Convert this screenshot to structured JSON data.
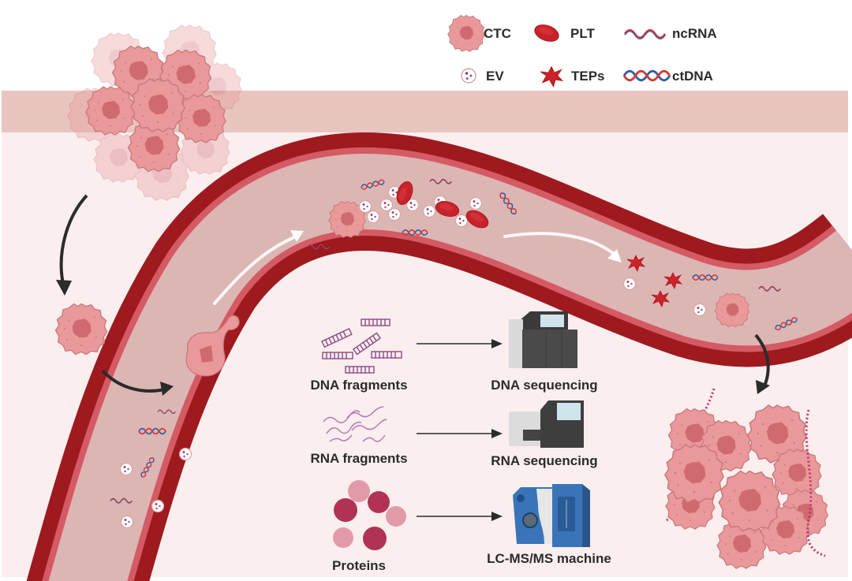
{
  "figure": {
    "title": "Liquid biopsy: tumor-derived analytes in circulation and downstream analysis",
    "colors": {
      "background_panel": "#fbeeee",
      "tissue_band": "#e8c5bf",
      "vessel_wall_dark": "#9e1a1f",
      "vessel_wall_mid": "#d45a64",
      "vessel_lumen": "#dcb6b3",
      "cell_fill": "#e9999a",
      "cell_nucleus": "#cf6b70",
      "platelet": "#c8222a",
      "arrow_dark": "#2b2b2b",
      "arrow_light": "#ffffff",
      "dna_blue": "#2e5ea8",
      "dna_red": "#d23a3a",
      "fragment_purple": "#9b4f8a",
      "protein_dark": "#b03355",
      "protein_light": "#e39aa8",
      "lcms_blue": "#3a74b8"
    }
  },
  "legend": {
    "items": [
      {
        "key": "ctc",
        "label": "CTC",
        "icon": "ctc-cell-icon"
      },
      {
        "key": "plt",
        "label": "PLT",
        "icon": "platelet-icon"
      },
      {
        "key": "ncrna",
        "label": "ncRNA",
        "icon": "ncrna-wave-icon"
      },
      {
        "key": "ev",
        "label": "EV",
        "icon": "extracellular-vesicle-icon"
      },
      {
        "key": "teps",
        "label": "TEPs",
        "icon": "tumor-educated-platelet-icon"
      },
      {
        "key": "ctdna",
        "label": "ctDNA",
        "icon": "dna-helix-icon"
      }
    ]
  },
  "workflow": {
    "rows": [
      {
        "source_label": "DNA fragments",
        "source_icon": "dna-fragments-icon",
        "target_label": "DNA sequencing",
        "target_icon": "dna-sequencer-icon"
      },
      {
        "source_label": "RNA fragments",
        "source_icon": "rna-fragments-icon",
        "target_label": "RNA sequencing",
        "target_icon": "rna-sequencer-icon"
      },
      {
        "source_label": "Proteins",
        "source_icon": "proteins-icon",
        "target_label": "LC-MS/MS machine",
        "target_icon": "lc-ms-ms-machine-icon"
      }
    ]
  }
}
